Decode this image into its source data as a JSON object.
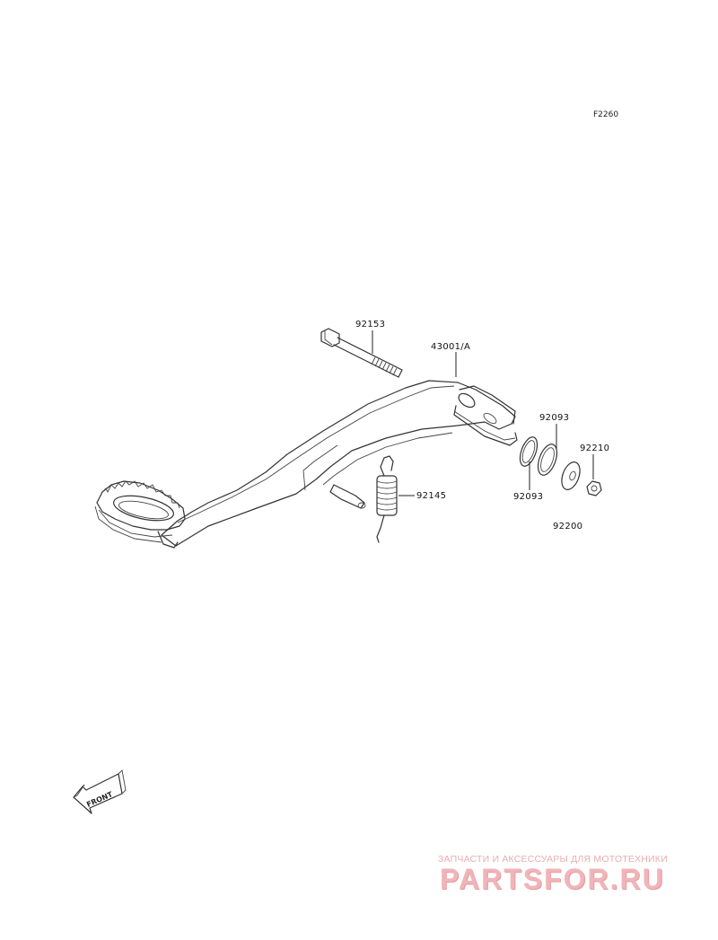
{
  "diagram": {
    "code": "F2260",
    "parts": {
      "bolt": "92153",
      "pedal": "43001/A",
      "oring_upper": "92093",
      "oring_lower": "92093",
      "washer": "92210",
      "spring": "92145",
      "nut": "92200"
    },
    "front_label": "FRONT"
  },
  "watermark": {
    "tagline": "ЗАПЧАСТИ И АКСЕССУАРЫ ДЛЯ МОТОТЕХНИКИ",
    "site": "PARTSFOR.RU"
  }
}
